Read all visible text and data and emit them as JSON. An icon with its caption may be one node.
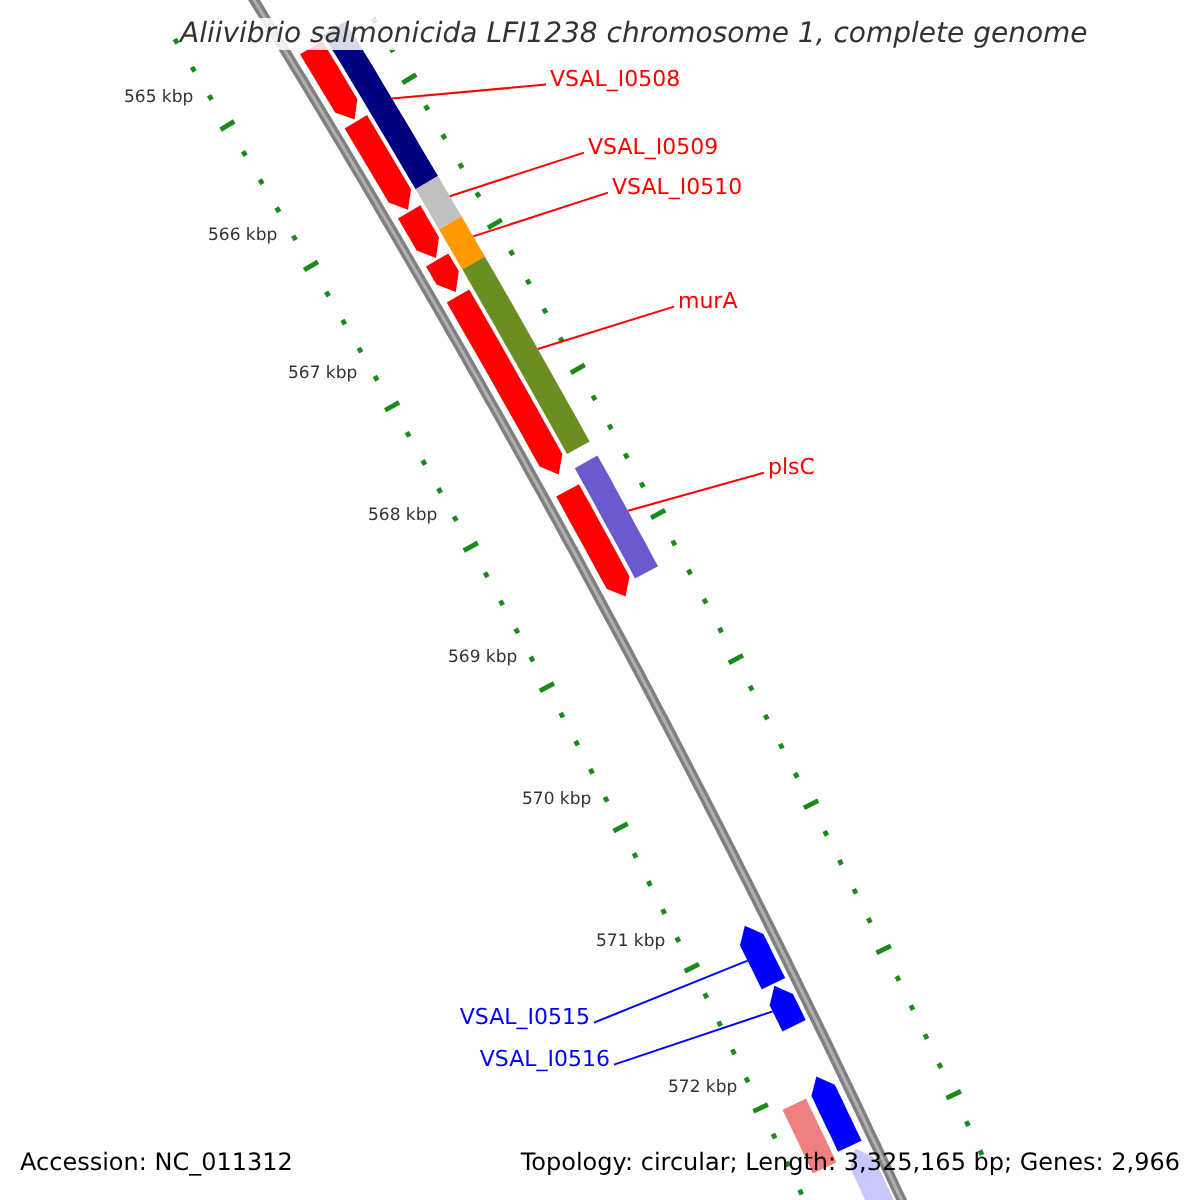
{
  "diagram": {
    "title": "Aliivibrio salmonicida LFI1238 chromosome 1, complete genome",
    "nodes": [
      {
        "text": [
          "VSAL_I0508"
        ]
      },
      {
        "text": [],
        "shape": "bar"
      },
      {
        "text": [
          "VSAL_I0509"
        ]
      },
      {
        "text": [],
        "shape": "bar"
      },
      {
        "text": [
          "VSAL_I0510"
        ]
      },
      {
        "text": [],
        "shape": "bar"
      },
      {
        "text": [
          "murA"
        ]
      },
      {
        "text": [],
        "shape": "bar"
      },
      {
        "text": [
          "plsC"
        ]
      },
      {
        "text": [],
        "shape": "bar"
      },
      {
        "text": [
          "VSAL_I0515"
        ]
      },
      {
        "text": [],
        "shape": "bar"
      },
      {
        "text": [
          "VSAL_I0516"
        ]
      },
      {
        "text": [],
        "shape": "bar"
      },
      {
        "text": [],
        "shape": "bar"
      },
      {
        "text": [],
        "shape": "bar"
      },
      {
        "text": [],
        "shape": "bar"
      },
      {
        "text": [],
        "shape": "bar"
      },
      {
        "text": [],
        "shape": "bar"
      },
      {
        "text": [],
        "shape": "bar"
      },
      {
        "text": [],
        "shape": "bar"
      },
      {
        "text": [],
        "shape": "bar"
      },
      {
        "text": [],
        "shape": "bar"
      }
    ],
    "edges": [
      {
        "from": 0,
        "to": 1,
        "arrow": "none"
      },
      {
        "from": 2,
        "to": 3,
        "arrow": "none"
      },
      {
        "from": 4,
        "to": 5,
        "arrow": "none"
      },
      {
        "from": 6,
        "to": 7,
        "arrow": "none"
      },
      {
        "from": 8,
        "to": 9,
        "arrow": "none"
      },
      {
        "from": 10,
        "to": 11,
        "arrow": "none",
        "color": "#0000ff"
      },
      {
        "from": 12,
        "to": 13,
        "arrow": "none",
        "color": "#0000ff"
      }
    ],
    "labels": [
      "565 kbp",
      "566 kbp",
      "567 kbp",
      "568 kbp",
      "569 kbp",
      "570 kbp",
      "571 kbp",
      "572 kbp",
      "Accession: NC_011312",
      "Topology: circular; Length: 3,325,165 bp; Genes: 2,966"
    ]
  }
}
